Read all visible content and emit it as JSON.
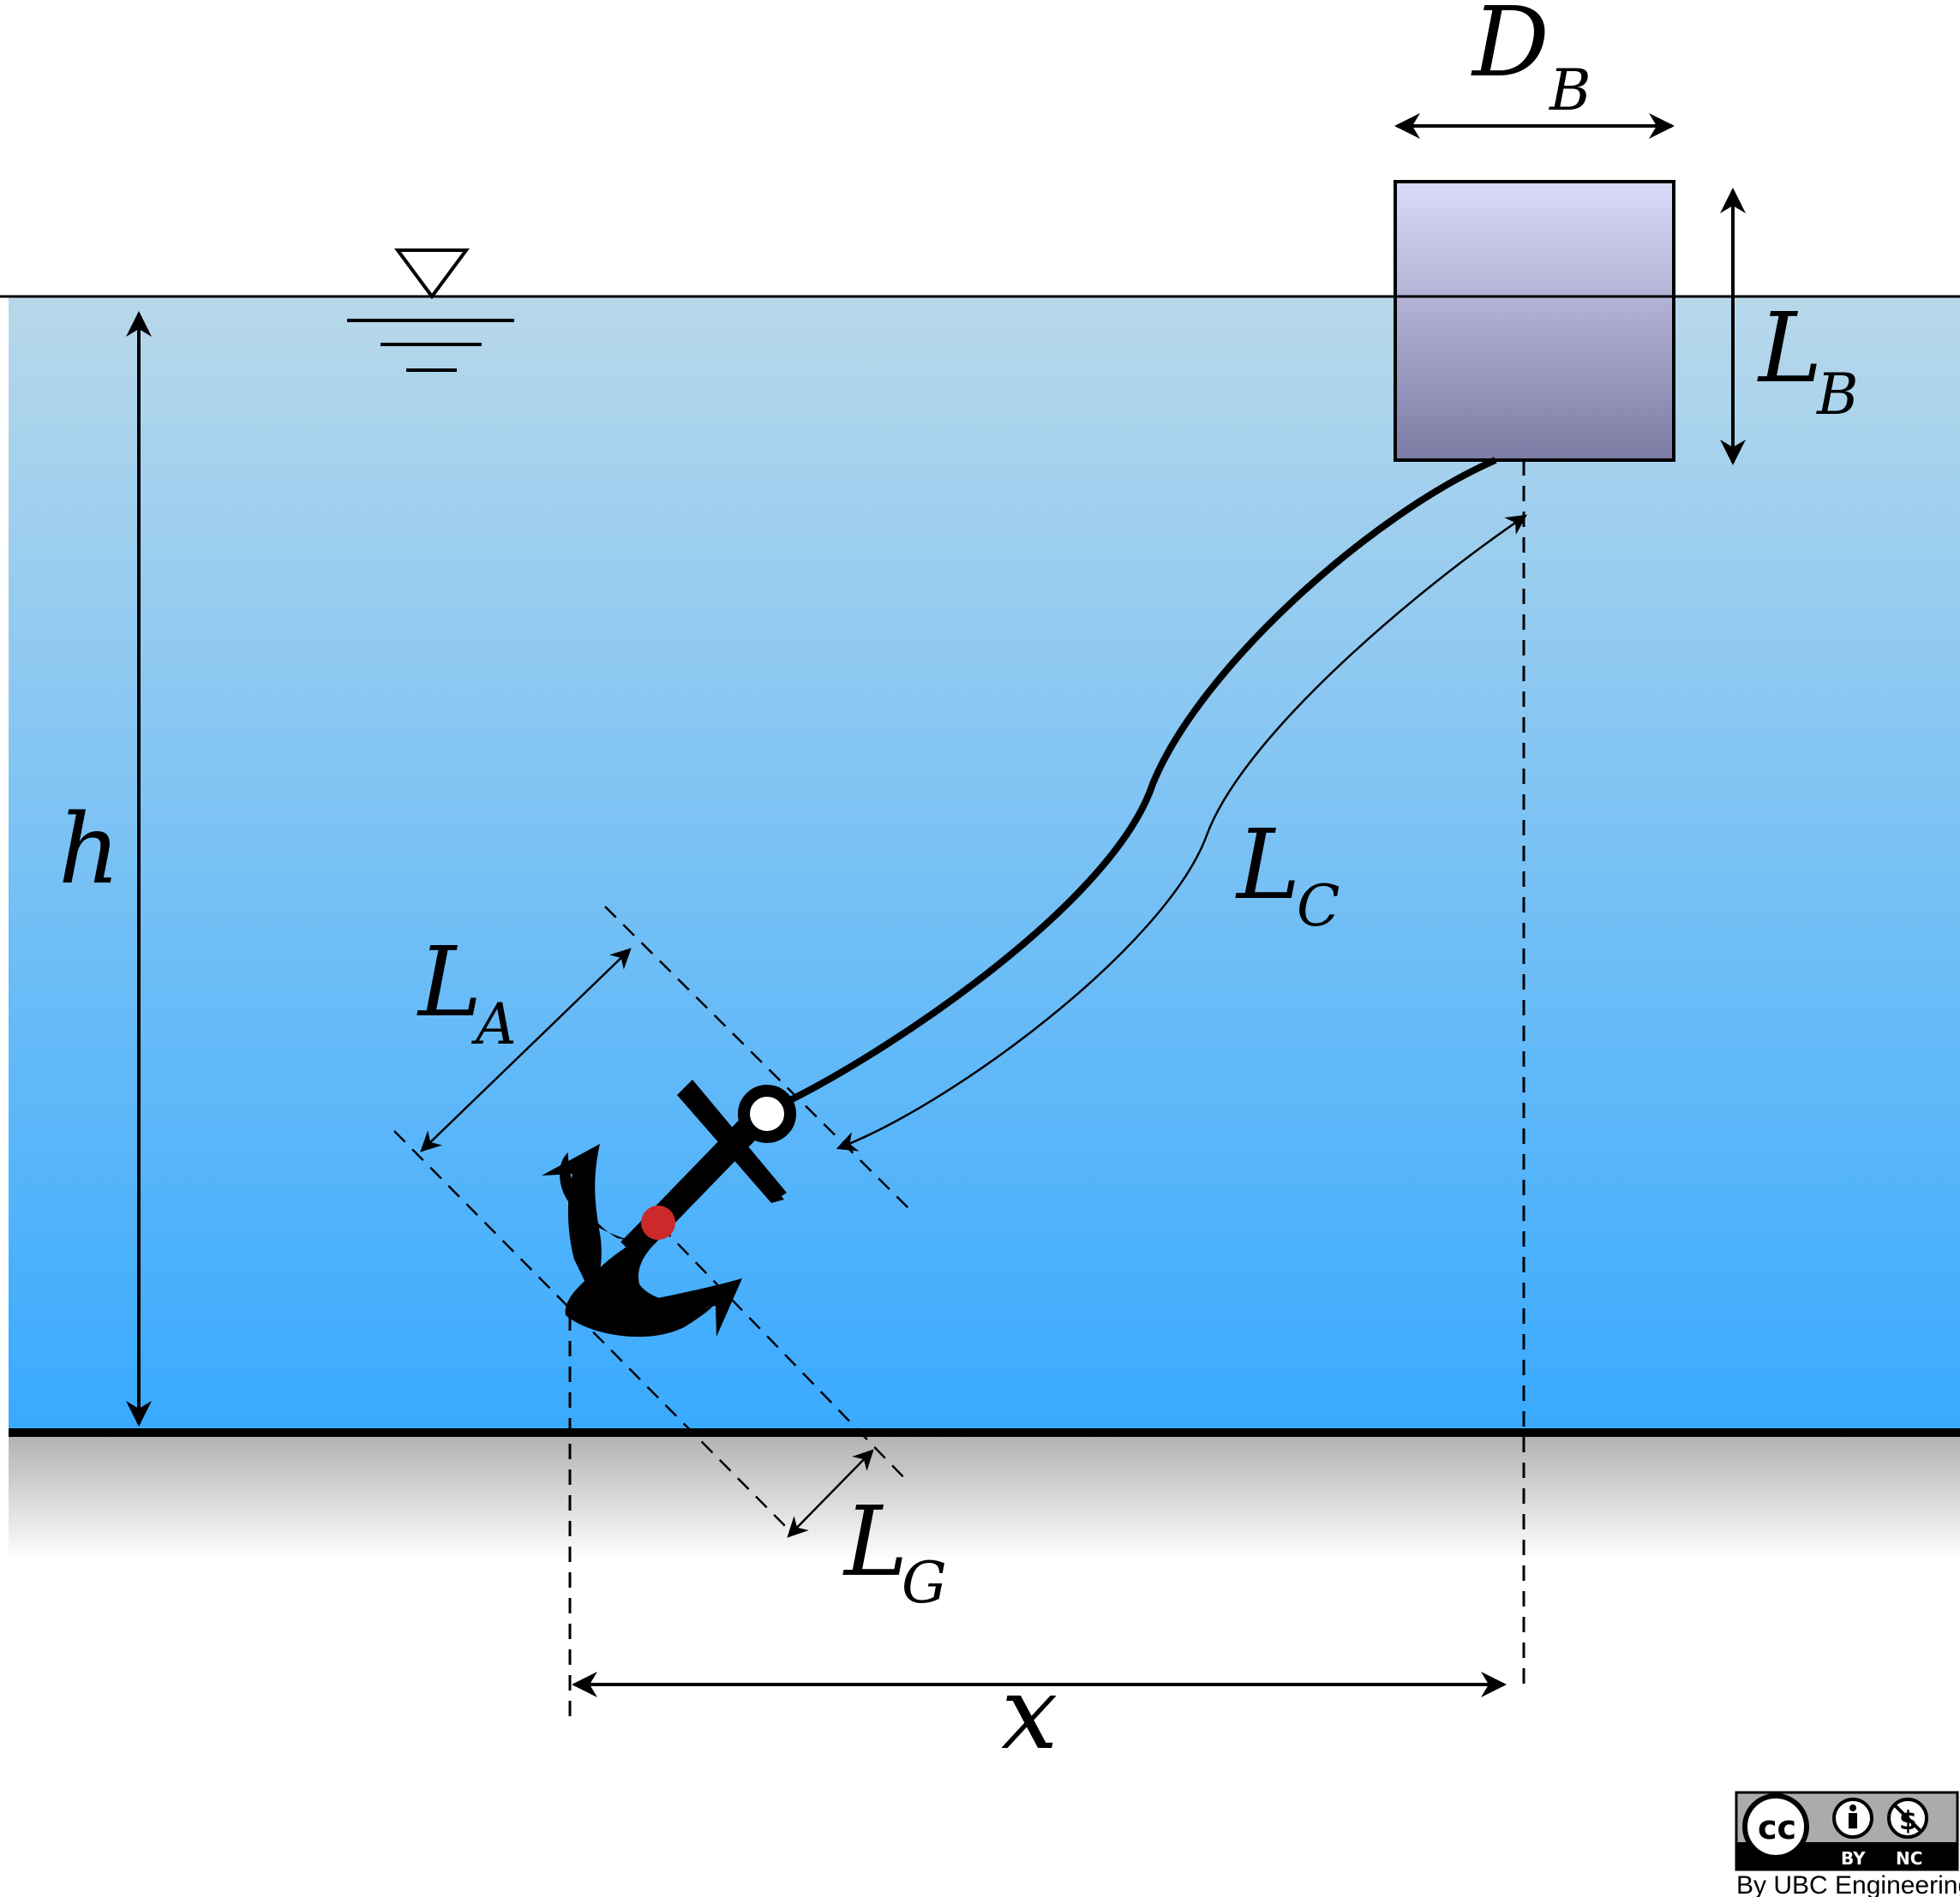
{
  "labels": {
    "h": "h",
    "x": "x",
    "D_B": {
      "main": "D",
      "sub": "B"
    },
    "L_B": {
      "main": "L",
      "sub": "B"
    },
    "L_C": {
      "main": "L",
      "sub": "C"
    },
    "L_A": {
      "main": "L",
      "sub": "A"
    },
    "L_G": {
      "main": "L",
      "sub": "G"
    }
  },
  "license": {
    "badge_cc": "cc",
    "badge_by": "BY",
    "badge_nc": "NC",
    "credit": "By UBC Engineering"
  },
  "colors": {
    "water_top": "#b8d8ea",
    "water_bottom": "#38aaff",
    "buoy_top": "#d8d8f8",
    "buoy_bottom": "#7e7ea6",
    "anchor": "#000000",
    "anchor_center_dot": "#cc2a2a",
    "seabed_shadow": "#bdbdbd"
  },
  "icons": {
    "water_level": "inverted-triangle-water-surface-icon",
    "anchor": "anchor-icon",
    "license": "cc-by-nc-icon"
  }
}
